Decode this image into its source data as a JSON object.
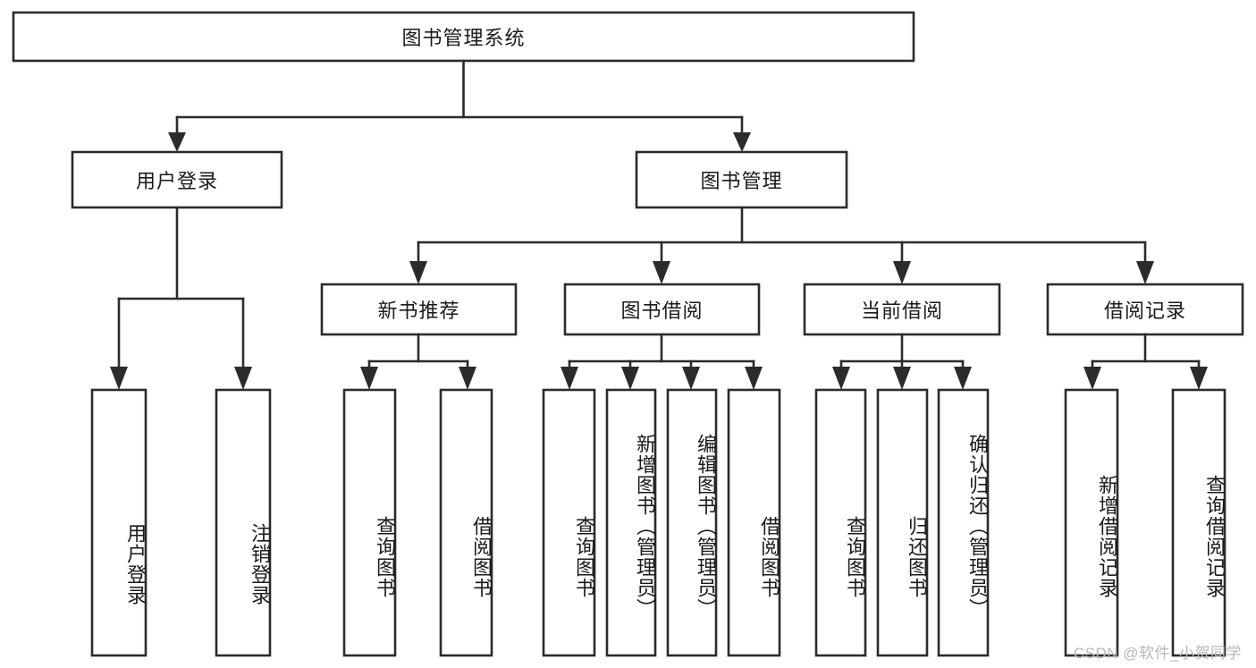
{
  "diagram": {
    "type": "tree-hierarchy",
    "title": "图书管理系统",
    "root": {
      "id": "root",
      "label": "图书管理系统",
      "orientation": "horizontal"
    },
    "level2": [
      {
        "id": "user-login",
        "label": "用户登录",
        "orientation": "horizontal"
      },
      {
        "id": "book-manage",
        "label": "图书管理",
        "orientation": "horizontal"
      }
    ],
    "level3": [
      {
        "id": "new-book-rec",
        "label": "新书推荐",
        "orientation": "horizontal",
        "parent": "book-manage"
      },
      {
        "id": "book-borrow",
        "label": "图书借阅",
        "orientation": "horizontal",
        "parent": "book-manage"
      },
      {
        "id": "current-borrow",
        "label": "当前借阅",
        "orientation": "horizontal",
        "parent": "book-manage"
      },
      {
        "id": "borrow-record",
        "label": "借阅记录",
        "orientation": "horizontal",
        "parent": "book-manage"
      }
    ],
    "leaves": [
      {
        "id": "leaf-user-login",
        "label": "用户登录",
        "parent": "user-login",
        "orientation": "vertical"
      },
      {
        "id": "leaf-user-logout",
        "label": "注销登录",
        "parent": "user-login",
        "orientation": "vertical"
      },
      {
        "id": "leaf-rec-query",
        "label": "查询图书",
        "parent": "new-book-rec",
        "orientation": "vertical"
      },
      {
        "id": "leaf-rec-borrow",
        "label": "借阅图书",
        "parent": "new-book-rec",
        "orientation": "vertical"
      },
      {
        "id": "leaf-borrow-query",
        "label": "查询图书",
        "parent": "book-borrow",
        "orientation": "vertical"
      },
      {
        "id": "leaf-borrow-add",
        "label": "新增图书（管理员）",
        "parent": "book-borrow",
        "orientation": "vertical"
      },
      {
        "id": "leaf-borrow-edit",
        "label": "编辑图书（管理员）",
        "parent": "book-borrow",
        "orientation": "vertical"
      },
      {
        "id": "leaf-borrow-lend",
        "label": "借阅图书",
        "parent": "book-borrow",
        "orientation": "vertical"
      },
      {
        "id": "leaf-current-query",
        "label": "查询图书",
        "parent": "current-borrow",
        "orientation": "vertical"
      },
      {
        "id": "leaf-current-return",
        "label": "归还图书",
        "parent": "current-borrow",
        "orientation": "vertical"
      },
      {
        "id": "leaf-current-confirm",
        "label": "确认归还（管理员）",
        "parent": "current-borrow",
        "orientation": "vertical"
      },
      {
        "id": "leaf-record-add",
        "label": "新增借阅记录",
        "parent": "borrow-record",
        "orientation": "vertical"
      },
      {
        "id": "leaf-record-query",
        "label": "查询借阅记录",
        "parent": "borrow-record",
        "orientation": "vertical"
      }
    ],
    "colors": {
      "stroke": "#2b2b2b",
      "fill": "#ffffff",
      "text": "#1a1a1a",
      "watermark": "#b9b9b9",
      "background": "#ffffff"
    }
  },
  "watermark": {
    "text": "CSDN @软件_小贺同学"
  }
}
